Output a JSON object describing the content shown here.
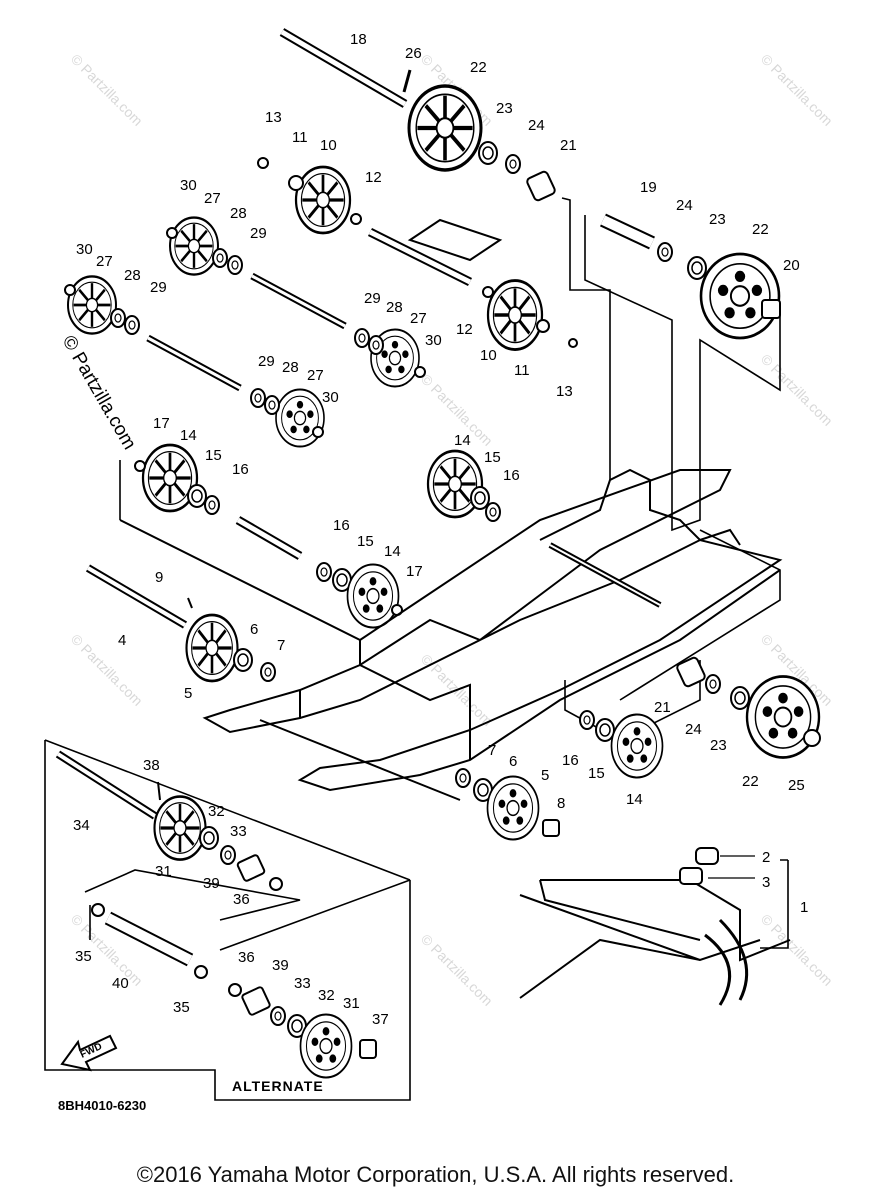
{
  "diagram": {
    "part_code": "8BH4010-6230",
    "alternate_label": "ALTERNATE",
    "fwd_label": "FWD",
    "watermark": "© Partzilla.com",
    "copyright": "©2016 Yamaha Motor Corporation, U.S.A. All rights reserved.",
    "callouts": [
      "18",
      "26",
      "22",
      "13",
      "11",
      "10",
      "23",
      "24",
      "21",
      "19",
      "24",
      "23",
      "22",
      "20",
      "30",
      "27",
      "28",
      "29",
      "12",
      "30",
      "27",
      "28",
      "29",
      "29",
      "28",
      "27",
      "30",
      "12",
      "10",
      "11",
      "13",
      "29",
      "28",
      "27",
      "30",
      "17",
      "14",
      "15",
      "16",
      "14",
      "15",
      "16",
      "16",
      "15",
      "14",
      "17",
      "9",
      "4",
      "6",
      "7",
      "5",
      "21",
      "24",
      "23",
      "16",
      "15",
      "14",
      "22",
      "25",
      "38",
      "34",
      "32",
      "33",
      "31",
      "39",
      "36",
      "7",
      "6",
      "5",
      "8",
      "2",
      "3",
      "1",
      "35",
      "40",
      "36",
      "39",
      "33",
      "32",
      "31",
      "35",
      "37"
    ]
  }
}
